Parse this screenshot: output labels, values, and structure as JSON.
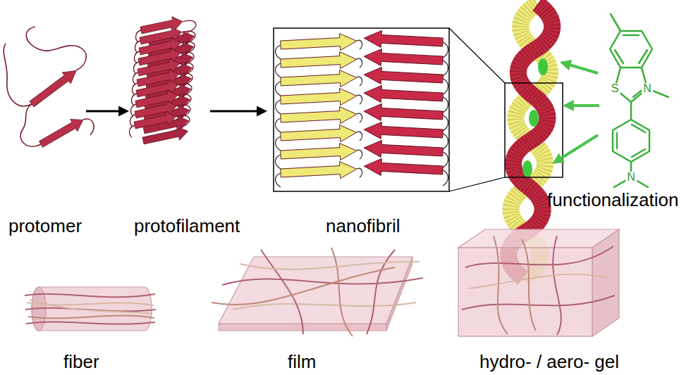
{
  "diagram": {
    "labels": [
      "protomer",
      "protofilament",
      "nanofibril",
      "functionalization",
      "fiber",
      "film",
      "hydro- / aero- gel",
      "S",
      "N",
      "N"
    ]
  }
}
